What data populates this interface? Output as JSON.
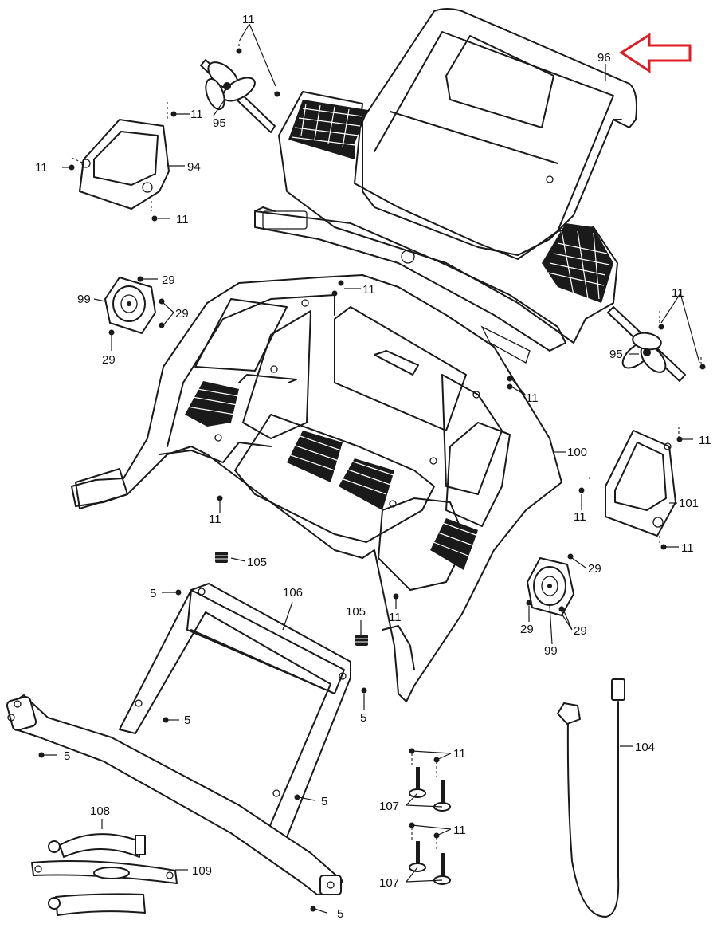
{
  "callouts": [
    {
      "id": "c11a",
      "text": "11"
    },
    {
      "id": "c96",
      "text": "96"
    },
    {
      "id": "c95a",
      "text": "95"
    },
    {
      "id": "c11b",
      "text": "11"
    },
    {
      "id": "c11c",
      "text": "11"
    },
    {
      "id": "c94",
      "text": "94"
    },
    {
      "id": "c11d",
      "text": "11"
    },
    {
      "id": "c29a",
      "text": "29"
    },
    {
      "id": "c99a",
      "text": "99"
    },
    {
      "id": "c29b",
      "text": "29"
    },
    {
      "id": "c29c",
      "text": "29"
    },
    {
      "id": "c11e",
      "text": "11"
    },
    {
      "id": "c11f",
      "text": "11"
    },
    {
      "id": "c95b",
      "text": "95"
    },
    {
      "id": "c11g",
      "text": "11"
    },
    {
      "id": "c100",
      "text": "100"
    },
    {
      "id": "c11h",
      "text": "11"
    },
    {
      "id": "c11i",
      "text": "11"
    },
    {
      "id": "c101",
      "text": "101"
    },
    {
      "id": "c11j",
      "text": "11"
    },
    {
      "id": "c11k",
      "text": "11"
    },
    {
      "id": "c105a",
      "text": "105"
    },
    {
      "id": "c5a",
      "text": "5"
    },
    {
      "id": "c106",
      "text": "106"
    },
    {
      "id": "c105b",
      "text": "105"
    },
    {
      "id": "c11l",
      "text": "11"
    },
    {
      "id": "c29d",
      "text": "29"
    },
    {
      "id": "c29e",
      "text": "29"
    },
    {
      "id": "c99b",
      "text": "99"
    },
    {
      "id": "c29f",
      "text": "29"
    },
    {
      "id": "c5b",
      "text": "5"
    },
    {
      "id": "c5c",
      "text": "5"
    },
    {
      "id": "c5d",
      "text": "5"
    },
    {
      "id": "c11m",
      "text": "11"
    },
    {
      "id": "c104",
      "text": "104"
    },
    {
      "id": "c107a",
      "text": "107"
    },
    {
      "id": "c5e",
      "text": "5"
    },
    {
      "id": "c108",
      "text": "108"
    },
    {
      "id": "c11n",
      "text": "11"
    },
    {
      "id": "c109",
      "text": "109"
    },
    {
      "id": "c107b",
      "text": "107"
    },
    {
      "id": "c5f",
      "text": "5"
    }
  ],
  "highlight": {
    "target_part": "96",
    "arrow_color": "#e01b24"
  }
}
